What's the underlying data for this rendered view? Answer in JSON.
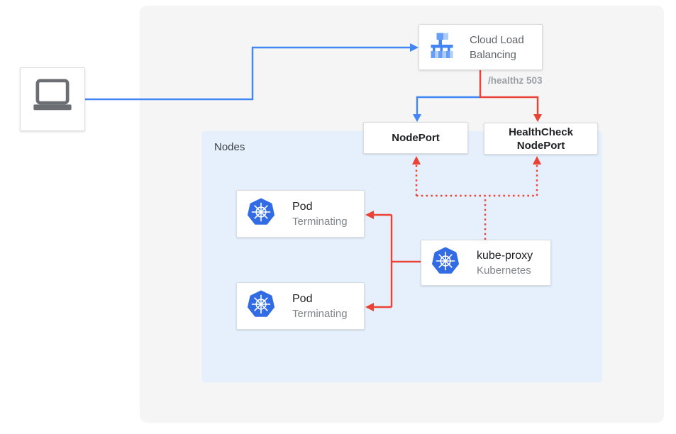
{
  "colors": {
    "blue": "#4285F4",
    "red": "#EA4335",
    "panel_bg": "#F5F5F5",
    "nodes_bg": "#E5F0FC",
    "box_bg": "#FFFFFF",
    "box_border": "#DADCE0",
    "text_dark": "#202124",
    "text_gray": "#5F6368",
    "text_subtle": "#80868B",
    "healthz_gray": "#9AA0A6",
    "k8s_blue": "#326CE5",
    "laptop_gray": "#6B6F74",
    "icon_blue": "#4285F4",
    "icon_blue_mid": "#669DF6",
    "icon_blue_light": "#AECBFA"
  },
  "diagram": {
    "client": {
      "icon": "laptop-icon"
    },
    "cloud_load_balancing": {
      "icon": "load-balancer-icon",
      "label_line1": "Cloud Load",
      "label_line2": "Balancing"
    },
    "healthz_label": "/healthz 503",
    "nodes_container": {
      "label": "Nodes"
    },
    "node_port": {
      "label": "NodePort"
    },
    "health_check_node_port": {
      "label_line1": "HealthCheck",
      "label_line2": "NodePort"
    },
    "pods": [
      {
        "icon": "kubernetes-icon",
        "title": "Pod",
        "status": "Terminating"
      },
      {
        "icon": "kubernetes-icon",
        "title": "Pod",
        "status": "Terminating"
      }
    ],
    "kube_proxy": {
      "icon": "kubernetes-icon",
      "title": "kube-proxy",
      "subtitle": "Kubernetes"
    }
  }
}
